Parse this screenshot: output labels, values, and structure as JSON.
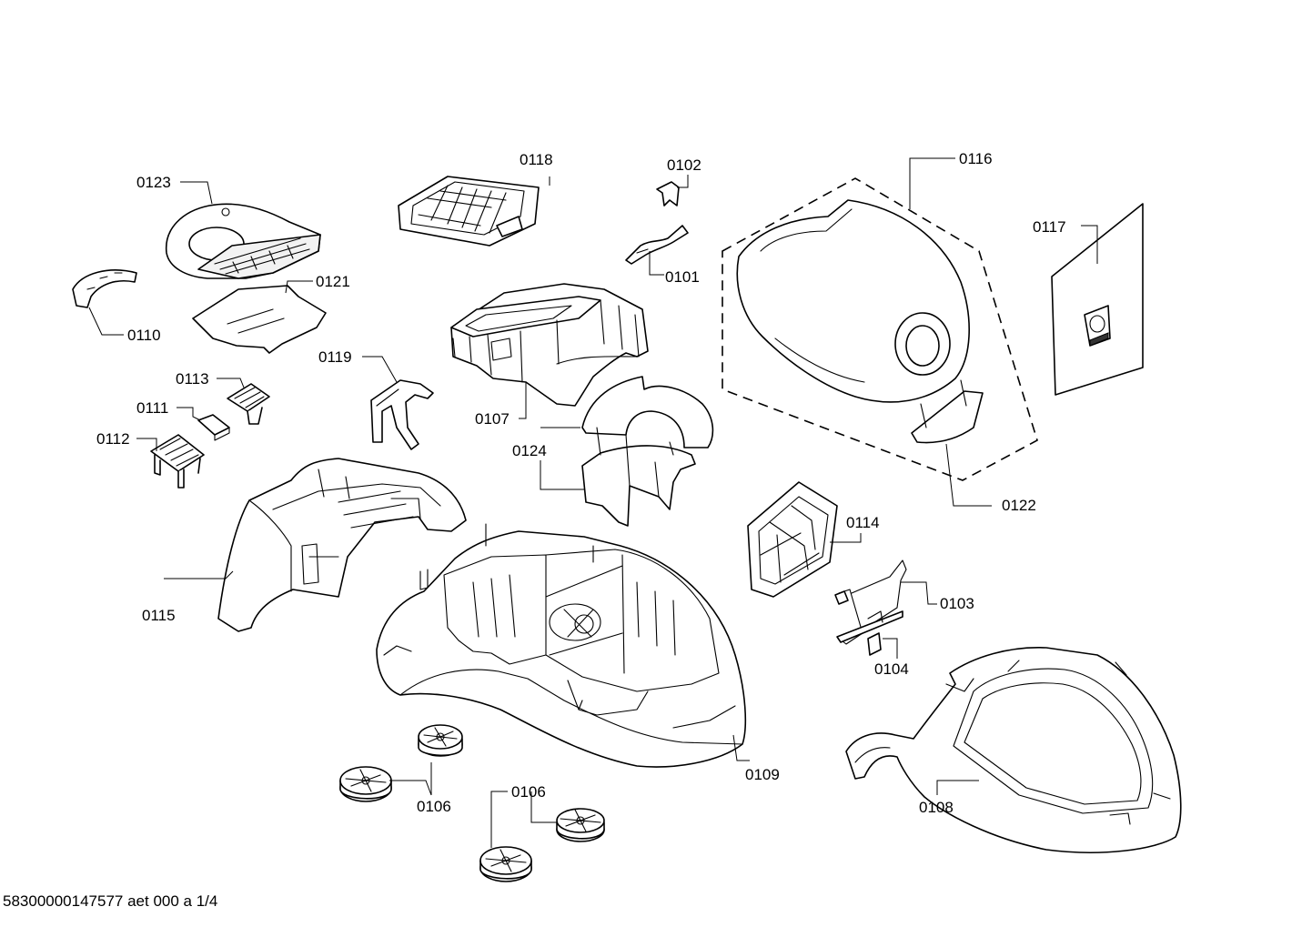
{
  "labels": {
    "p0101": "0101",
    "p0102": "0102",
    "p0103": "0103",
    "p0104": "0104",
    "p0106a": "0106",
    "p0106b": "0106",
    "p0107": "0107",
    "p0108": "0108",
    "p0109": "0109",
    "p0110": "0110",
    "p0111": "0111",
    "p0112": "0112",
    "p0113": "0113",
    "p0114": "0114",
    "p0115": "0115",
    "p0116": "0116",
    "p0117": "0117",
    "p0118": "0118",
    "p0119": "0119",
    "p0121": "0121",
    "p0122": "0122",
    "p0123": "0123",
    "p0124": "0124"
  },
  "footer": "58300000147577 aet 000 a 1/4"
}
